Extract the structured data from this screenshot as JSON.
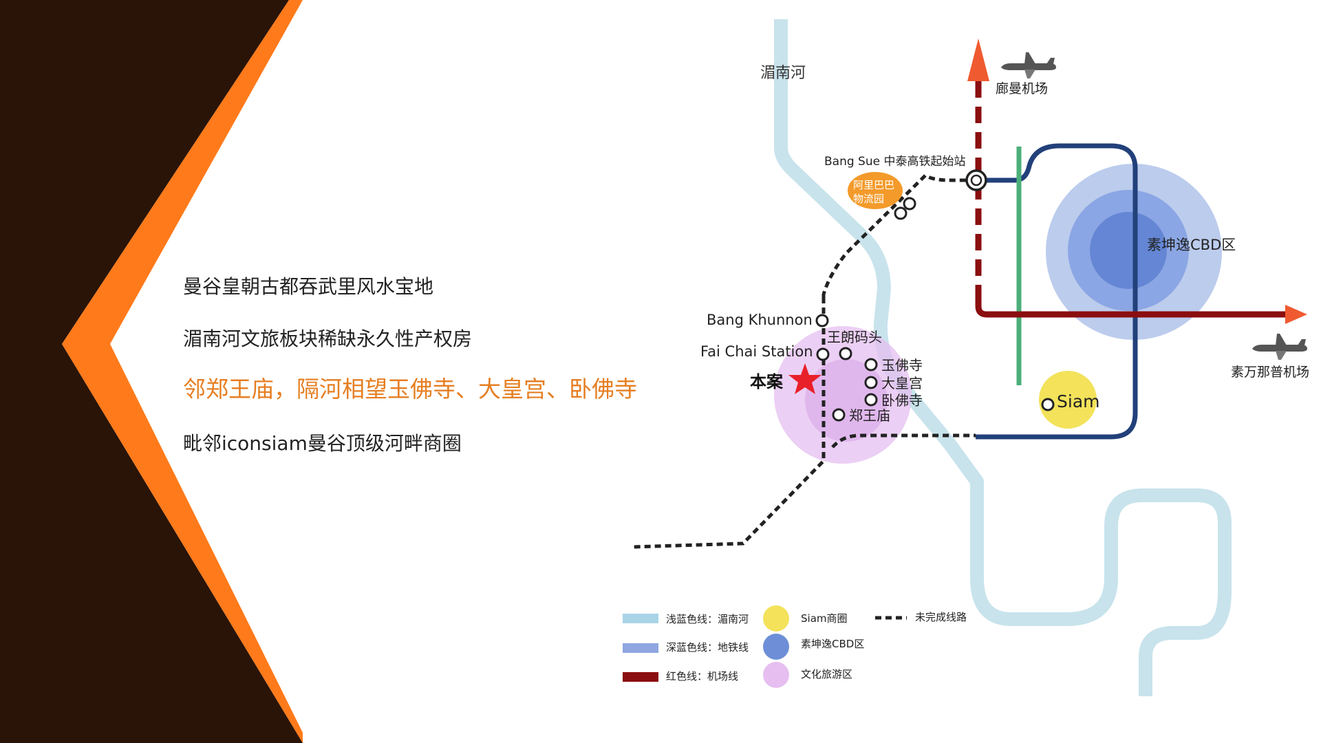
{
  "colors": {
    "dark_bg": "#2a1408",
    "accent_orange": "#ff7a1a",
    "highlight_text": "#e67e22",
    "river": "#c8e3ec",
    "metro": "#22407a",
    "airport_line": "#8b0e10",
    "green_line": "#4caf7a",
    "siam": "#f3e25a",
    "cbd": "#5a7ed0",
    "culture": "#e6bff0"
  },
  "features": [
    "曼谷皇朝古都吞武里风水宝地",
    "湄南河文旅板块稀缺永久性产权房",
    "邻郑王庙，隔河相望玉佛寺、大皇宫、卧佛寺",
    "毗邻iconsiam曼谷顶级河畔商圈"
  ],
  "map": {
    "river_label": "湄南河",
    "airport_north": "廊曼机场",
    "airport_east": "素万那普机场",
    "hub_label": "Bang Sue 中泰高铁起始站",
    "logistics_label_line1": "阿里巴巴",
    "logistics_label_line2": "物流园",
    "cbd_label": "素坤逸CBD区",
    "siam_label": "Siam",
    "project_label": "本案",
    "stations": {
      "bang_khunnon": "Bang Khunnon",
      "fai_chai": "Fai Chai Station",
      "pier": "王朗码头",
      "emerald_buddha": "玉佛寺",
      "grand_palace": "大皇宫",
      "reclining_buddha": "卧佛寺",
      "wat_arun": "郑王庙"
    }
  },
  "legend": {
    "river": "浅蓝色线：湄南河",
    "metro": "深蓝色线：地铁线",
    "airport": "红色线：机场线",
    "siam": "Siam商圈",
    "cbd": "素坤逸CBD区",
    "culture": "文化旅游区",
    "unfinished": "未完成线路"
  }
}
